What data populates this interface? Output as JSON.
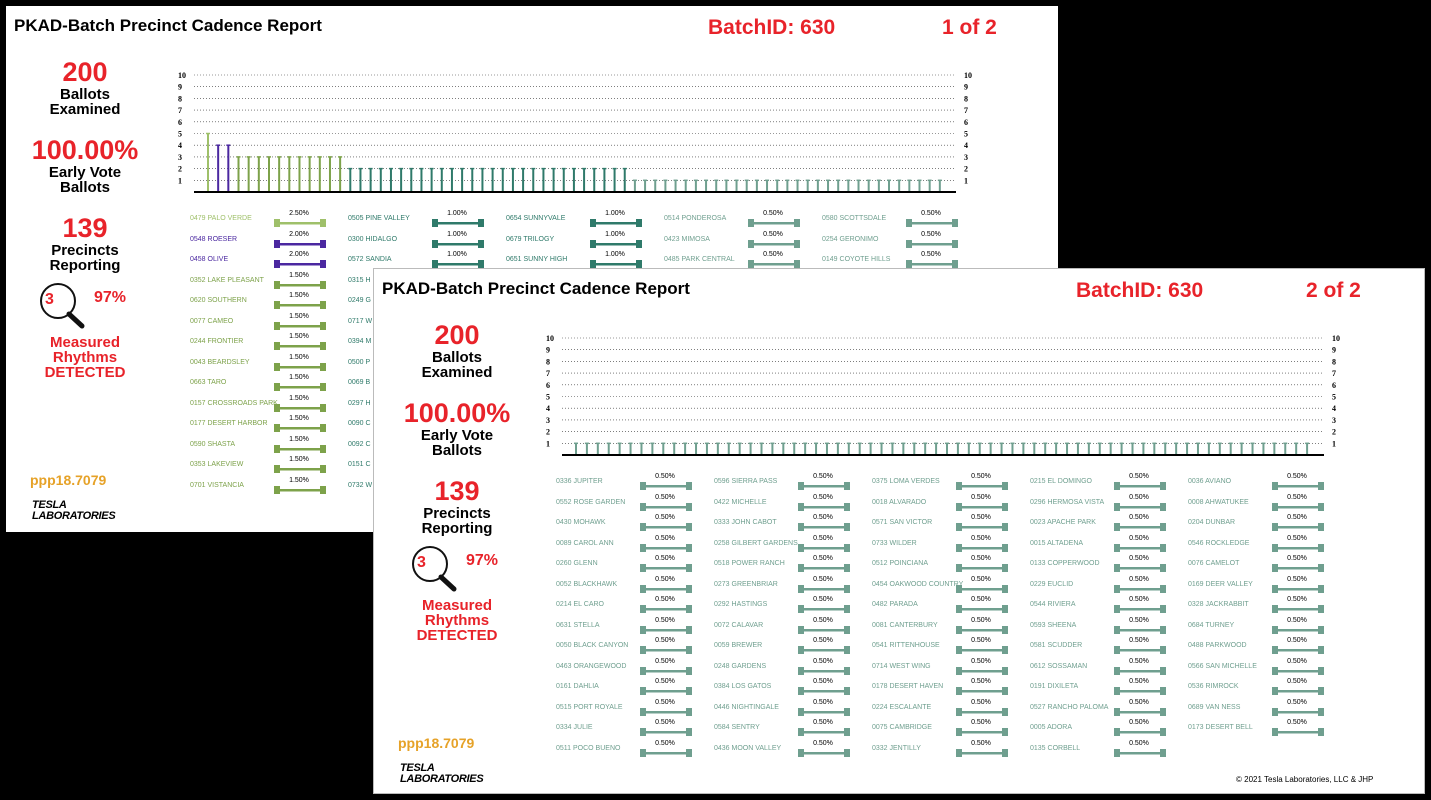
{
  "report": {
    "title": "PKAD-Batch Precinct Cadence Report",
    "batch": "BatchID: 630",
    "ballots_num": "200",
    "ballots_l1": "Ballots",
    "ballots_l2": "Examined",
    "early_num": "100.00%",
    "early_l1": "Early Vote",
    "early_l2": "Ballots",
    "precincts_num": "139",
    "precincts_l1": "Precincts",
    "precincts_l2": "Reporting",
    "mag_num": "3",
    "mag_pct": "97%",
    "rhythm_l1": "Measured",
    "rhythm_l2": "Rhythms",
    "rhythm_l3": "DETECTED",
    "ppp": "ppp18.7079",
    "logo_l1": "TESLA",
    "logo_l2": "LABORATORIES",
    "copyright": "© 2021 Tesla Laboratories, LLC & JHP"
  },
  "colors": {
    "red": "#e8232a",
    "gold": "#e6a228",
    "light_green": "#9fc06a",
    "olive": "#7da24a",
    "purple": "#4b28a0",
    "teal": "#2f7a6a",
    "gray_teal": "#6f9f8f"
  },
  "pages": [
    {
      "page_no": "1 of 2",
      "chart_data": {
        "type": "bar",
        "title": "",
        "ylim": [
          0,
          10
        ],
        "yticks": [
          "10",
          "9",
          "8",
          "7",
          "6",
          "5",
          "4",
          "3",
          "2",
          "1"
        ],
        "segments": [
          {
            "count": 1,
            "value": 5,
            "color": "#9fc06a"
          },
          {
            "count": 2,
            "value": 4,
            "color": "#4b28a0"
          },
          {
            "count": 11,
            "value": 3,
            "color": "#7da24a"
          },
          {
            "count": 28,
            "value": 2,
            "color": "#2f7a6a"
          },
          {
            "count": 31,
            "value": 1,
            "color": "#6f9f8f"
          }
        ]
      },
      "table": [
        [
          {
            "name": "0479 PALO VERDE",
            "pct": "2.50%",
            "color": "#9fc06a"
          },
          {
            "name": "0548 ROESER",
            "pct": "2.00%",
            "color": "#4b28a0"
          },
          {
            "name": "0458 OLIVE",
            "pct": "2.00%",
            "color": "#4b28a0"
          },
          {
            "name": "0352 LAKE PLEASANT",
            "pct": "1.50%",
            "color": "#7da24a"
          },
          {
            "name": "0620 SOUTHERN",
            "pct": "1.50%",
            "color": "#7da24a"
          },
          {
            "name": "0077 CAMEO",
            "pct": "1.50%",
            "color": "#7da24a"
          },
          {
            "name": "0244 FRONTIER",
            "pct": "1.50%",
            "color": "#7da24a"
          },
          {
            "name": "0043 BEARDSLEY",
            "pct": "1.50%",
            "color": "#7da24a"
          },
          {
            "name": "0663 TARO",
            "pct": "1.50%",
            "color": "#7da24a"
          },
          {
            "name": "0157 CROSSROADS PARK",
            "pct": "1.50%",
            "color": "#7da24a"
          },
          {
            "name": "0177 DESERT HARBOR",
            "pct": "1.50%",
            "color": "#7da24a"
          },
          {
            "name": "0590 SHASTA",
            "pct": "1.50%",
            "color": "#7da24a"
          },
          {
            "name": "0353 LAKEVIEW",
            "pct": "1.50%",
            "color": "#7da24a"
          },
          {
            "name": "0701 VISTANCIA",
            "pct": "1.50%",
            "color": "#7da24a"
          }
        ],
        [
          {
            "name": "0505 PINE VALLEY",
            "pct": "1.00%",
            "color": "#2f7a6a"
          },
          {
            "name": "0300 HIDALGO",
            "pct": "1.00%",
            "color": "#2f7a6a"
          },
          {
            "name": "0572 SANDIA",
            "pct": "1.00%",
            "color": "#2f7a6a"
          },
          {
            "name": "0315 H",
            "pct": "",
            "color": "#2f7a6a"
          },
          {
            "name": "0249 G",
            "pct": "",
            "color": "#2f7a6a"
          },
          {
            "name": "0717 W",
            "pct": "",
            "color": "#2f7a6a"
          },
          {
            "name": "0394 M",
            "pct": "",
            "color": "#2f7a6a"
          },
          {
            "name": "0500 P",
            "pct": "",
            "color": "#2f7a6a"
          },
          {
            "name": "0069 B",
            "pct": "",
            "color": "#2f7a6a"
          },
          {
            "name": "0297 H",
            "pct": "",
            "color": "#2f7a6a"
          },
          {
            "name": "0090 C",
            "pct": "",
            "color": "#2f7a6a"
          },
          {
            "name": "0092 C",
            "pct": "",
            "color": "#2f7a6a"
          },
          {
            "name": "0151 C",
            "pct": "",
            "color": "#2f7a6a"
          },
          {
            "name": "0732 W",
            "pct": "",
            "color": "#2f7a6a"
          }
        ],
        [
          {
            "name": "0654 SUNNYVALE",
            "pct": "1.00%",
            "color": "#2f7a6a"
          },
          {
            "name": "0679 TRILOGY",
            "pct": "1.00%",
            "color": "#2f7a6a"
          },
          {
            "name": "0651 SUNNY HIGH",
            "pct": "1.00%",
            "color": "#2f7a6a"
          }
        ],
        [
          {
            "name": "0514 PONDEROSA",
            "pct": "0.50%",
            "color": "#6f9f8f"
          },
          {
            "name": "0423 MIMOSA",
            "pct": "0.50%",
            "color": "#6f9f8f"
          },
          {
            "name": "0485 PARK CENTRAL",
            "pct": "0.50%",
            "color": "#6f9f8f"
          }
        ],
        [
          {
            "name": "0580 SCOTTSDALE",
            "pct": "0.50%",
            "color": "#6f9f8f"
          },
          {
            "name": "0254 GERONIMO",
            "pct": "0.50%",
            "color": "#6f9f8f"
          },
          {
            "name": "0149 COYOTE HILLS",
            "pct": "0.50%",
            "color": "#6f9f8f"
          }
        ]
      ]
    },
    {
      "page_no": "2 of 2",
      "chart_data": {
        "type": "bar",
        "title": "",
        "ylim": [
          0,
          10
        ],
        "yticks": [
          "10",
          "9",
          "8",
          "7",
          "6",
          "5",
          "4",
          "3",
          "2",
          "1"
        ],
        "segments": [
          {
            "count": 68,
            "value": 1,
            "color": "#6f9f8f"
          }
        ]
      },
      "table": [
        [
          {
            "name": "0336 JUPITER",
            "pct": "0.50%",
            "color": "#6f9f8f"
          },
          {
            "name": "0552 ROSE GARDEN",
            "pct": "0.50%",
            "color": "#6f9f8f"
          },
          {
            "name": "0430 MOHAWK",
            "pct": "0.50%",
            "color": "#6f9f8f"
          },
          {
            "name": "0089 CAROL ANN",
            "pct": "0.50%",
            "color": "#6f9f8f"
          },
          {
            "name": "0260 GLENN",
            "pct": "0.50%",
            "color": "#6f9f8f"
          },
          {
            "name": "0052 BLACKHAWK",
            "pct": "0.50%",
            "color": "#6f9f8f"
          },
          {
            "name": "0214 EL CARO",
            "pct": "0.50%",
            "color": "#6f9f8f"
          },
          {
            "name": "0631 STELLA",
            "pct": "0.50%",
            "color": "#6f9f8f"
          },
          {
            "name": "0050 BLACK CANYON",
            "pct": "0.50%",
            "color": "#6f9f8f"
          },
          {
            "name": "0463 ORANGEWOOD",
            "pct": "0.50%",
            "color": "#6f9f8f"
          },
          {
            "name": "0161 DAHLIA",
            "pct": "0.50%",
            "color": "#6f9f8f"
          },
          {
            "name": "0515 PORT ROYALE",
            "pct": "0.50%",
            "color": "#6f9f8f"
          },
          {
            "name": "0334 JULIE",
            "pct": "0.50%",
            "color": "#6f9f8f"
          },
          {
            "name": "0511 POCO BUENO",
            "pct": "0.50%",
            "color": "#6f9f8f"
          }
        ],
        [
          {
            "name": "0596 SIERRA PASS",
            "pct": "0.50%",
            "color": "#6f9f8f"
          },
          {
            "name": "0422 MICHELLE",
            "pct": "0.50%",
            "color": "#6f9f8f"
          },
          {
            "name": "0333 JOHN CABOT",
            "pct": "0.50%",
            "color": "#6f9f8f"
          },
          {
            "name": "0258 GILBERT GARDENS",
            "pct": "0.50%",
            "color": "#6f9f8f"
          },
          {
            "name": "0518 POWER RANCH",
            "pct": "0.50%",
            "color": "#6f9f8f"
          },
          {
            "name": "0273 GREENBRIAR",
            "pct": "0.50%",
            "color": "#6f9f8f"
          },
          {
            "name": "0292 HASTINGS",
            "pct": "0.50%",
            "color": "#6f9f8f"
          },
          {
            "name": "0072 CALAVAR",
            "pct": "0.50%",
            "color": "#6f9f8f"
          },
          {
            "name": "0059 BREWER",
            "pct": "0.50%",
            "color": "#6f9f8f"
          },
          {
            "name": "0248 GARDENS",
            "pct": "0.50%",
            "color": "#6f9f8f"
          },
          {
            "name": "0384 LOS GATOS",
            "pct": "0.50%",
            "color": "#6f9f8f"
          },
          {
            "name": "0446 NIGHTINGALE",
            "pct": "0.50%",
            "color": "#6f9f8f"
          },
          {
            "name": "0584 SENTRY",
            "pct": "0.50%",
            "color": "#6f9f8f"
          },
          {
            "name": "0436 MOON VALLEY",
            "pct": "0.50%",
            "color": "#6f9f8f"
          }
        ],
        [
          {
            "name": "0375 LOMA VERDES",
            "pct": "0.50%",
            "color": "#6f9f8f"
          },
          {
            "name": "0018 ALVARADO",
            "pct": "0.50%",
            "color": "#6f9f8f"
          },
          {
            "name": "0571 SAN VICTOR",
            "pct": "0.50%",
            "color": "#6f9f8f"
          },
          {
            "name": "0733 WILDER",
            "pct": "0.50%",
            "color": "#6f9f8f"
          },
          {
            "name": "0512 POINCIANA",
            "pct": "0.50%",
            "color": "#6f9f8f"
          },
          {
            "name": "0454 OAKWOOD COUNTRY",
            "pct": "0.50%",
            "color": "#6f9f8f"
          },
          {
            "name": "0482 PARADA",
            "pct": "0.50%",
            "color": "#6f9f8f"
          },
          {
            "name": "0081 CANTERBURY",
            "pct": "0.50%",
            "color": "#6f9f8f"
          },
          {
            "name": "0541 RITTENHOUSE",
            "pct": "0.50%",
            "color": "#6f9f8f"
          },
          {
            "name": "0714 WEST WING",
            "pct": "0.50%",
            "color": "#6f9f8f"
          },
          {
            "name": "0178 DESERT HAVEN",
            "pct": "0.50%",
            "color": "#6f9f8f"
          },
          {
            "name": "0224 ESCALANTE",
            "pct": "0.50%",
            "color": "#6f9f8f"
          },
          {
            "name": "0075 CAMBRIDGE",
            "pct": "0.50%",
            "color": "#6f9f8f"
          },
          {
            "name": "0332 JENTILLY",
            "pct": "0.50%",
            "color": "#6f9f8f"
          }
        ],
        [
          {
            "name": "0215 EL DOMINGO",
            "pct": "0.50%",
            "color": "#6f9f8f"
          },
          {
            "name": "0296 HERMOSA VISTA",
            "pct": "0.50%",
            "color": "#6f9f8f"
          },
          {
            "name": "0023 APACHE PARK",
            "pct": "0.50%",
            "color": "#6f9f8f"
          },
          {
            "name": "0015 ALTADENA",
            "pct": "0.50%",
            "color": "#6f9f8f"
          },
          {
            "name": "0133 COPPERWOOD",
            "pct": "0.50%",
            "color": "#6f9f8f"
          },
          {
            "name": "0229 EUCLID",
            "pct": "0.50%",
            "color": "#6f9f8f"
          },
          {
            "name": "0544 RIVIERA",
            "pct": "0.50%",
            "color": "#6f9f8f"
          },
          {
            "name": "0593 SHEENA",
            "pct": "0.50%",
            "color": "#6f9f8f"
          },
          {
            "name": "0581 SCUDDER",
            "pct": "0.50%",
            "color": "#6f9f8f"
          },
          {
            "name": "0612 SOSSAMAN",
            "pct": "0.50%",
            "color": "#6f9f8f"
          },
          {
            "name": "0191 DIXILETA",
            "pct": "0.50%",
            "color": "#6f9f8f"
          },
          {
            "name": "0527 RANCHO PALOMA",
            "pct": "0.50%",
            "color": "#6f9f8f"
          },
          {
            "name": "0005 ADORA",
            "pct": "0.50%",
            "color": "#6f9f8f"
          },
          {
            "name": "0135 CORBELL",
            "pct": "0.50%",
            "color": "#6f9f8f"
          }
        ],
        [
          {
            "name": "0036 AVIANO",
            "pct": "0.50%",
            "color": "#6f9f8f"
          },
          {
            "name": "0008 AHWATUKEE",
            "pct": "0.50%",
            "color": "#6f9f8f"
          },
          {
            "name": "0204 DUNBAR",
            "pct": "0.50%",
            "color": "#6f9f8f"
          },
          {
            "name": "0546 ROCKLEDGE",
            "pct": "0.50%",
            "color": "#6f9f8f"
          },
          {
            "name": "0076 CAMELOT",
            "pct": "0.50%",
            "color": "#6f9f8f"
          },
          {
            "name": "0169 DEER VALLEY",
            "pct": "0.50%",
            "color": "#6f9f8f"
          },
          {
            "name": "0328 JACKRABBIT",
            "pct": "0.50%",
            "color": "#6f9f8f"
          },
          {
            "name": "0684 TURNEY",
            "pct": "0.50%",
            "color": "#6f9f8f"
          },
          {
            "name": "0488 PARKWOOD",
            "pct": "0.50%",
            "color": "#6f9f8f"
          },
          {
            "name": "0566 SAN MICHELLE",
            "pct": "0.50%",
            "color": "#6f9f8f"
          },
          {
            "name": "0536 RIMROCK",
            "pct": "0.50%",
            "color": "#6f9f8f"
          },
          {
            "name": "0689 VAN NESS",
            "pct": "0.50%",
            "color": "#6f9f8f"
          },
          {
            "name": "0173 DESERT BELL",
            "pct": "0.50%",
            "color": "#6f9f8f"
          }
        ]
      ]
    }
  ]
}
